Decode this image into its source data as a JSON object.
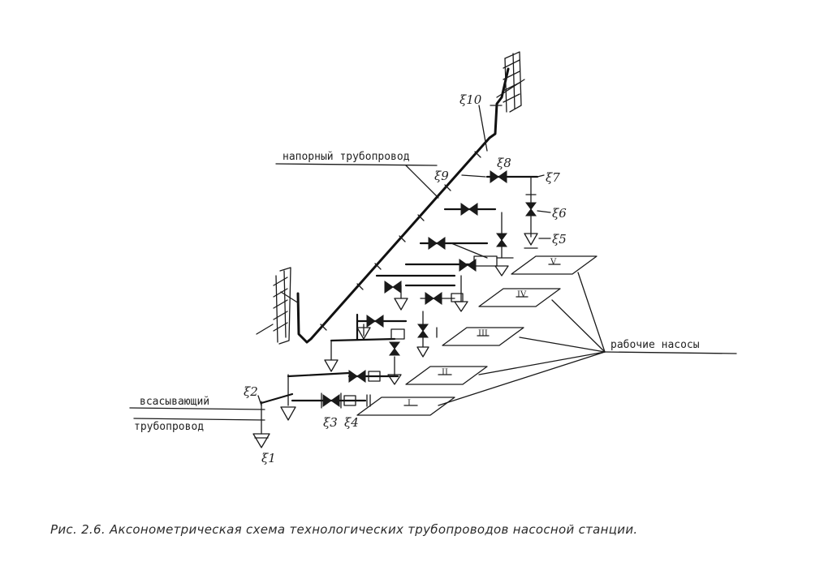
{
  "labels": {
    "pressure_pipe": "напорный трубопровод",
    "suction_pipe_line1": "всасывающий",
    "suction_pipe_line2": "трубопровод",
    "working_pumps": "рабочие насосы"
  },
  "pumps": [
    "I",
    "II",
    "III",
    "IV",
    "V"
  ],
  "coefficients": {
    "xi1": "ξ1",
    "xi2": "ξ2",
    "xi3": "ξ3",
    "xi4": "ξ4",
    "xi5": "ξ5",
    "xi6": "ξ6",
    "xi7": "ξ7",
    "xi8": "ξ8",
    "xi9": "ξ9",
    "xi10": "ξ10"
  },
  "caption": "Рис. 2.6. Аксонометрическая схема технологических трубопроводов насосной станции."
}
